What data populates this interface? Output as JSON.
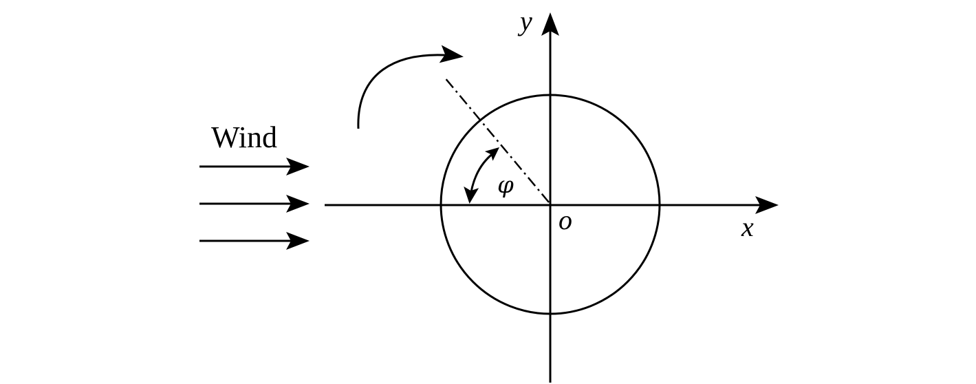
{
  "labels": {
    "wind": "Wind",
    "x_axis": "x",
    "y_axis": "y",
    "origin": "o",
    "angle": "φ"
  },
  "colors": {
    "stroke": "#000000",
    "background": "#ffffff"
  }
}
